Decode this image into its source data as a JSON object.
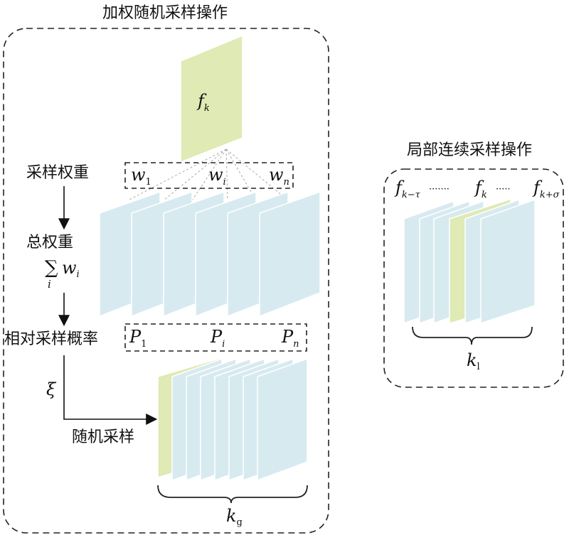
{
  "left_panel": {
    "title": "加权随机采样操作",
    "top_frame_label": {
      "base": "f",
      "sub": "k"
    },
    "weights_label": "采样权重",
    "weights": [
      {
        "base": "w",
        "sub": "1",
        "sub_italic": false
      },
      {
        "base": "w",
        "sub": "i",
        "sub_italic": true
      },
      {
        "base": "w",
        "sub": "n",
        "sub_italic": true
      }
    ],
    "total_weight_label": "总权重",
    "sum_symbol": "∑",
    "sum_index": "i",
    "sum_term": {
      "base": "w",
      "sub": "i"
    },
    "prob_label": "相对采样概率",
    "probs": [
      {
        "base": "P",
        "sub": "1",
        "sub_italic": false
      },
      {
        "base": "P",
        "sub": "i",
        "sub_italic": true
      },
      {
        "base": "P",
        "sub": "n",
        "sub_italic": true
      }
    ],
    "xi_label": "ξ",
    "random_sample_label": "随机采样",
    "brace_label": {
      "base": "k",
      "sub": "g"
    }
  },
  "right_panel": {
    "title": "局部连续采样操作",
    "labels": [
      {
        "base": "f",
        "sub": "k−τ"
      },
      {
        "dots": "·······"
      },
      {
        "base": "f",
        "sub": "k"
      },
      {
        "dots": "·····"
      },
      {
        "base": "f",
        "sub": "k+σ"
      }
    ],
    "brace_label": {
      "base": "k",
      "sub": "l"
    }
  },
  "colors": {
    "frame_blue": "#d7eaf0",
    "frame_green": "#dfeab4",
    "line": "#222222"
  }
}
